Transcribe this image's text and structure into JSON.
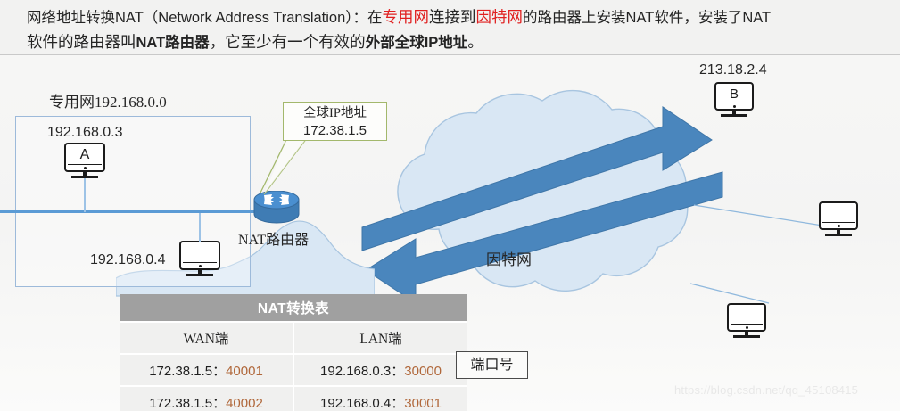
{
  "header": {
    "line1_part1": "网络地址转换NAT（Network Address Translation）：在",
    "line1_red1": "专用网",
    "line1_part2": "连接到",
    "line1_red2": "因特网",
    "line1_part3": "的路由器上安装NAT软件，安装了NAT",
    "line2_part1": "软件的路由器叫",
    "line2_bold1": "NAT路由器",
    "line2_part2": "，它至少有一个有效的",
    "line2_bold2": "外部全球IP地址",
    "line2_part3": "。"
  },
  "diagram": {
    "private_network_label": "专用网192.168.0.0",
    "host_a_ip": "192.168.0.3",
    "host_a_name": "A",
    "host_c_ip": "192.168.0.4",
    "router_label": "NAT路由器",
    "callout_title": "全球IP地址",
    "callout_ip": "172.38.1.5",
    "internet_label": "因特网",
    "host_b_ip": "213.18.2.4",
    "host_b_name": "B"
  },
  "nat_table": {
    "title": "NAT转换表",
    "columns": [
      "WAN端",
      "LAN端"
    ],
    "rows": [
      {
        "wan_addr": "172.38.1.5：",
        "wan_port": "40001",
        "lan_addr": "192.168.0.3：",
        "lan_port": "30000"
      },
      {
        "wan_addr": "172.38.1.5：",
        "wan_port": "40002",
        "lan_addr": "192.168.0.4：",
        "lan_port": "30001"
      }
    ],
    "port_note": "端口号"
  },
  "watermark": "https://blog.csdn.net/qq_45108415",
  "colors": {
    "accent_blue": "#5b9bd5",
    "cloud_fill": "#d6e4f2",
    "table_header_gray": "#a0a0a0",
    "port_orange": "#b0673a",
    "red_text": "#e02020",
    "callout_border": "#a3b86c"
  }
}
